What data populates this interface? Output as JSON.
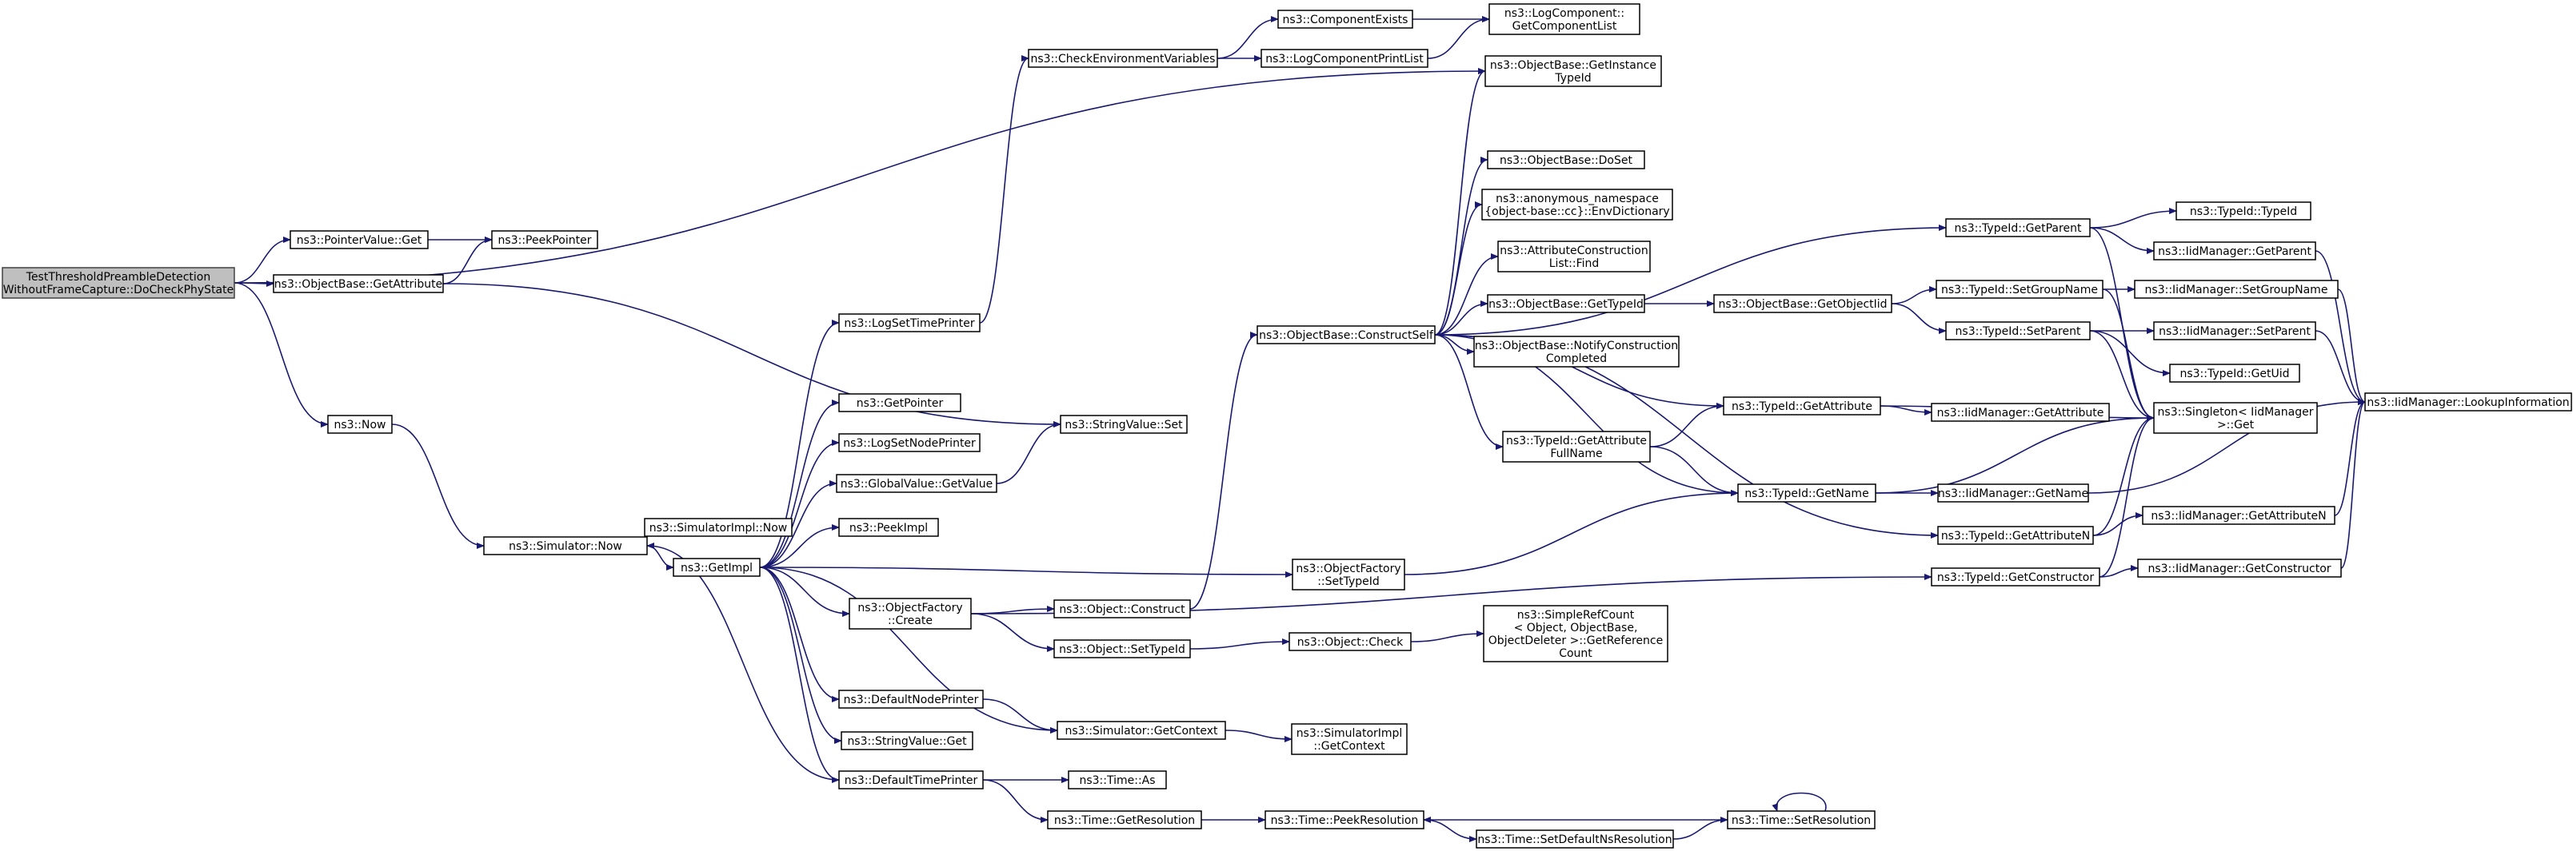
{
  "graph": {
    "edge_color": "#191970",
    "root_fill": "#bfbfbf",
    "nodes": [
      {
        "id": "root",
        "lines": [
          "TestThresholdPreambleDetection",
          "WithoutFrameCapture::DoCheckPhyState"
        ]
      },
      {
        "id": "pvGet",
        "lines": [
          "ns3::PointerValue::Get"
        ]
      },
      {
        "id": "peekPointer",
        "lines": [
          "ns3::PeekPointer"
        ]
      },
      {
        "id": "obGetAttr",
        "lines": [
          "ns3::ObjectBase::GetAttribute"
        ]
      },
      {
        "id": "now",
        "lines": [
          "ns3::Now"
        ]
      },
      {
        "id": "simNow",
        "lines": [
          "ns3::Simulator::Now"
        ]
      },
      {
        "id": "simImplNow",
        "lines": [
          "ns3::SimulatorImpl::Now"
        ]
      },
      {
        "id": "getImpl",
        "lines": [
          "ns3::GetImpl"
        ]
      },
      {
        "id": "logSetTime",
        "lines": [
          "ns3::LogSetTimePrinter"
        ]
      },
      {
        "id": "getPointer",
        "lines": [
          "ns3::GetPointer"
        ]
      },
      {
        "id": "logSetNode",
        "lines": [
          "ns3::LogSetNodePrinter"
        ]
      },
      {
        "id": "gvGetValue",
        "lines": [
          "ns3::GlobalValue::GetValue"
        ]
      },
      {
        "id": "peekImpl",
        "lines": [
          "ns3::PeekImpl"
        ]
      },
      {
        "id": "ofCreate",
        "lines": [
          "ns3::ObjectFactory",
          "::Create"
        ]
      },
      {
        "id": "defNodePr",
        "lines": [
          "ns3::DefaultNodePrinter"
        ]
      },
      {
        "id": "svGet",
        "lines": [
          "ns3::StringValue::Get"
        ]
      },
      {
        "id": "defTimePr",
        "lines": [
          "ns3::DefaultTimePrinter"
        ]
      },
      {
        "id": "checkEnv",
        "lines": [
          "ns3::CheckEnvironmentVariables"
        ]
      },
      {
        "id": "compExists",
        "lines": [
          "ns3::ComponentExists"
        ]
      },
      {
        "id": "logCompPrint",
        "lines": [
          "ns3::LogComponentPrintList"
        ]
      },
      {
        "id": "logCompGet",
        "lines": [
          "ns3::LogComponent::",
          "GetComponentList"
        ]
      },
      {
        "id": "svSet",
        "lines": [
          "ns3::StringValue::Set"
        ]
      },
      {
        "id": "obConstruct",
        "lines": [
          "ns3::ObjectBase::ConstructSelf"
        ]
      },
      {
        "id": "ofSetTypeId",
        "lines": [
          "ns3::ObjectFactory",
          "::SetTypeId"
        ]
      },
      {
        "id": "objConstruct",
        "lines": [
          "ns3::Object::Construct"
        ]
      },
      {
        "id": "objSetTypeId",
        "lines": [
          "ns3::Object::SetTypeId"
        ]
      },
      {
        "id": "objCheck",
        "lines": [
          "ns3::Object::Check"
        ]
      },
      {
        "id": "simGetCtx",
        "lines": [
          "ns3::Simulator::GetContext"
        ]
      },
      {
        "id": "simImplGetCtx",
        "lines": [
          "ns3::SimulatorImpl",
          "::GetContext"
        ]
      },
      {
        "id": "timeAs",
        "lines": [
          "ns3::Time::As"
        ]
      },
      {
        "id": "timeGetRes",
        "lines": [
          "ns3::Time::GetResolution"
        ]
      },
      {
        "id": "timePeekRes",
        "lines": [
          "ns3::Time::PeekResolution"
        ]
      },
      {
        "id": "timeSetDefNs",
        "lines": [
          "ns3::Time::SetDefaultNsResolution"
        ]
      },
      {
        "id": "timeSetRes",
        "lines": [
          "ns3::Time::SetResolution"
        ]
      },
      {
        "id": "obGetInstTid",
        "lines": [
          "ns3::ObjectBase::GetInstance",
          "TypeId"
        ]
      },
      {
        "id": "obDoSet",
        "lines": [
          "ns3::ObjectBase::DoSet"
        ]
      },
      {
        "id": "envDict",
        "lines": [
          "ns3::anonymous_namespace",
          "{object-base::cc}::EnvDictionary"
        ]
      },
      {
        "id": "attrFind",
        "lines": [
          "ns3::AttributeConstruction",
          "List::Find"
        ]
      },
      {
        "id": "obGetTid",
        "lines": [
          "ns3::ObjectBase::GetTypeId"
        ]
      },
      {
        "id": "obNotify",
        "lines": [
          "ns3::ObjectBase::NotifyConstruction",
          "Completed"
        ]
      },
      {
        "id": "tidGetAttrFull",
        "lines": [
          "ns3::TypeId::GetAttribute",
          "FullName"
        ]
      },
      {
        "id": "simpleRef",
        "lines": [
          "ns3::SimpleRefCount",
          "< Object, ObjectBase,",
          "ObjectDeleter >::GetReference",
          "Count"
        ]
      },
      {
        "id": "obGetObjTid",
        "lines": [
          "ns3::ObjectBase::GetObjectIid"
        ]
      },
      {
        "id": "tidGetAttr",
        "lines": [
          "ns3::TypeId::GetAttribute"
        ]
      },
      {
        "id": "tidGetName",
        "lines": [
          "ns3::TypeId::GetName"
        ]
      },
      {
        "id": "tidGetParent",
        "lines": [
          "ns3::TypeId::GetParent"
        ]
      },
      {
        "id": "tidSetGroup",
        "lines": [
          "ns3::TypeId::SetGroupName"
        ]
      },
      {
        "id": "tidSetParent",
        "lines": [
          "ns3::TypeId::SetParent"
        ]
      },
      {
        "id": "iidGetAttr",
        "lines": [
          "ns3::IidManager::GetAttribute"
        ]
      },
      {
        "id": "iidGetName",
        "lines": [
          "ns3::IidManager::GetName"
        ]
      },
      {
        "id": "tidGetAttrN",
        "lines": [
          "ns3::TypeId::GetAttributeN"
        ]
      },
      {
        "id": "tidGetCtor",
        "lines": [
          "ns3::TypeId::GetConstructor"
        ]
      },
      {
        "id": "tidTypeId",
        "lines": [
          "ns3::TypeId::TypeId"
        ]
      },
      {
        "id": "iidGetParent",
        "lines": [
          "ns3::IidManager::GetParent"
        ]
      },
      {
        "id": "iidSetGroup",
        "lines": [
          "ns3::IidManager::SetGroupName"
        ]
      },
      {
        "id": "iidSetParent",
        "lines": [
          "ns3::IidManager::SetParent"
        ]
      },
      {
        "id": "tidGetUid",
        "lines": [
          "ns3::TypeId::GetUid"
        ]
      },
      {
        "id": "singleton",
        "lines": [
          "ns3::Singleton< IidManager",
          " >::Get"
        ]
      },
      {
        "id": "iidGetAttrN",
        "lines": [
          "ns3::IidManager::GetAttributeN"
        ]
      },
      {
        "id": "iidGetCtor",
        "lines": [
          "ns3::IidManager::GetConstructor"
        ]
      },
      {
        "id": "iidLookup",
        "lines": [
          "ns3::IidManager::LookupInformation"
        ]
      }
    ]
  }
}
